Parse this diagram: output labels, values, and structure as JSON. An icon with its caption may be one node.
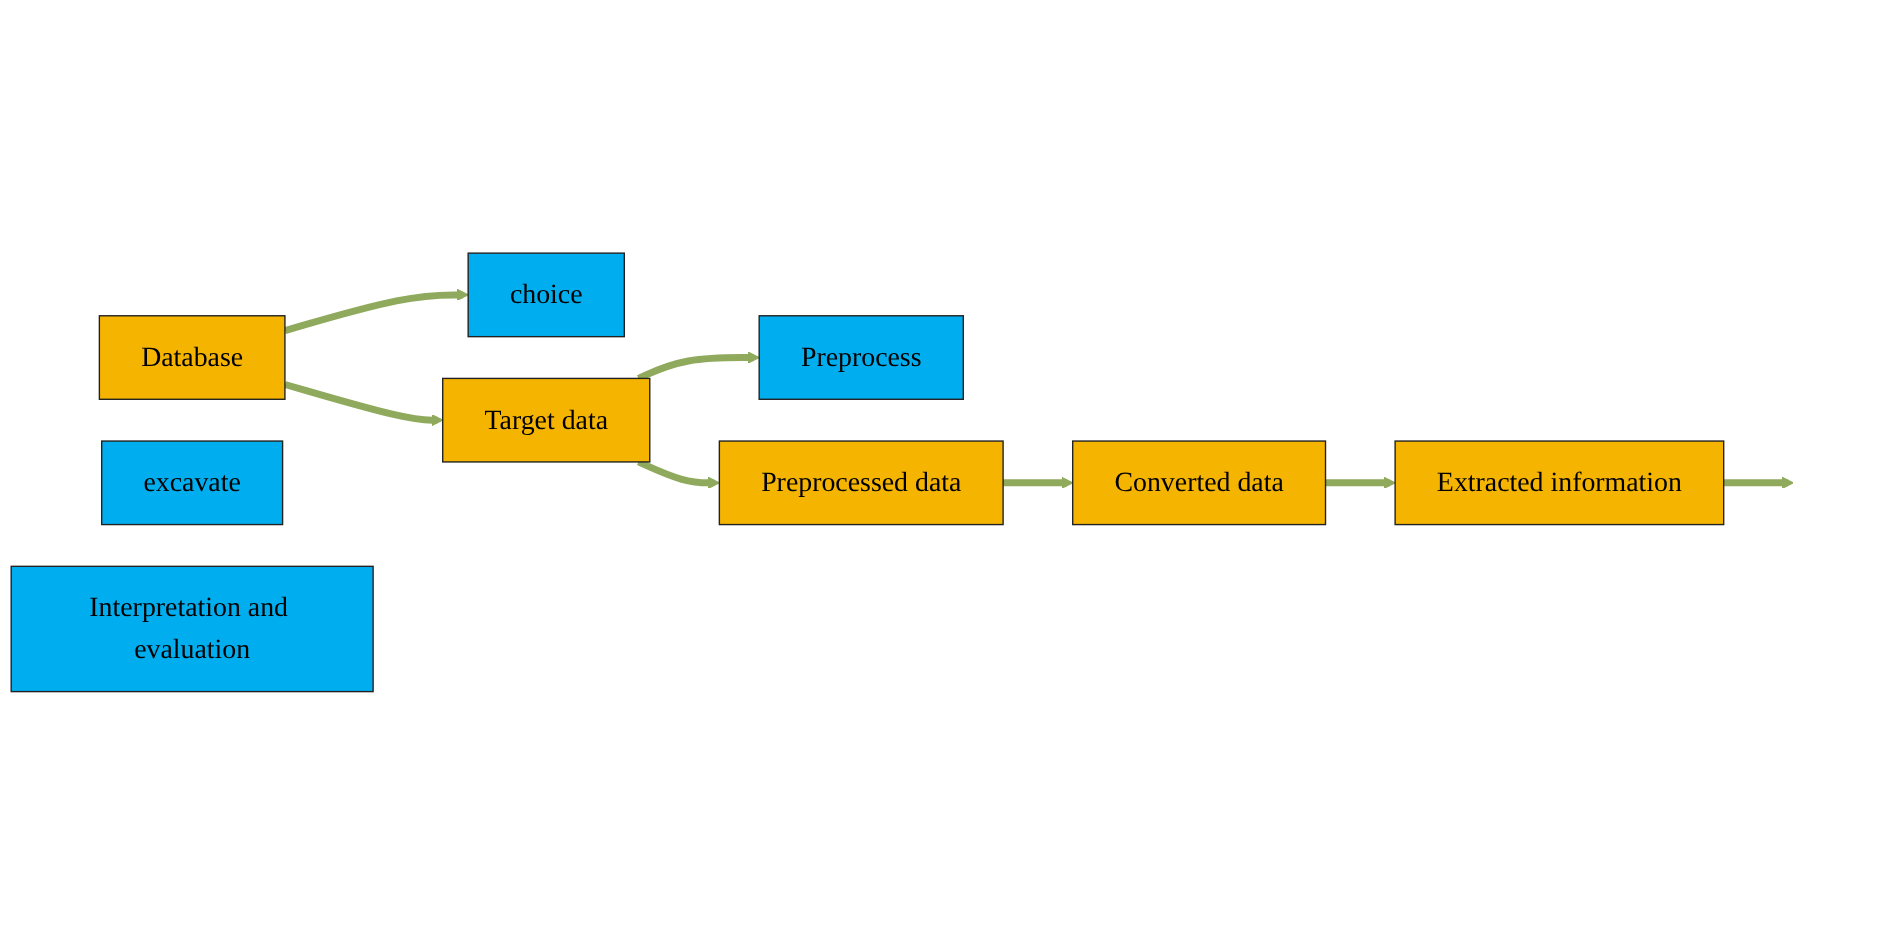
{
  "diagram": {
    "nodes": [
      {
        "text": [
          "choice"
        ]
      },
      {
        "text": [
          "Preprocess"
        ]
      },
      {
        "text": [
          "Database"
        ]
      },
      {
        "text": [
          "Target data"
        ]
      },
      {
        "text": [
          "Preprocessed data"
        ]
      },
      {
        "text": [
          "excavate"
        ]
      },
      {
        "text": [
          "Extracted information"
        ]
      },
      {
        "text": [
          "Converted data"
        ]
      },
      {
        "text": [
          "Interpretation and evaluation"
        ]
      }
    ],
    "edges": [
      {
        "from": 2,
        "to": 3,
        "arrow": "to"
      },
      {
        "from": 2,
        "to": 0,
        "arrow": "to"
      },
      {
        "from": 3,
        "to": 4,
        "arrow": "to"
      },
      {
        "from": 3,
        "to": 1,
        "arrow": "to"
      },
      {
        "from": 4,
        "to": 7,
        "arrow": "to"
      },
      {
        "from": 7,
        "to": 6,
        "arrow": "to"
      },
      {
        "from": 6,
        "to": null,
        "arrow": "to"
      }
    ]
  }
}
